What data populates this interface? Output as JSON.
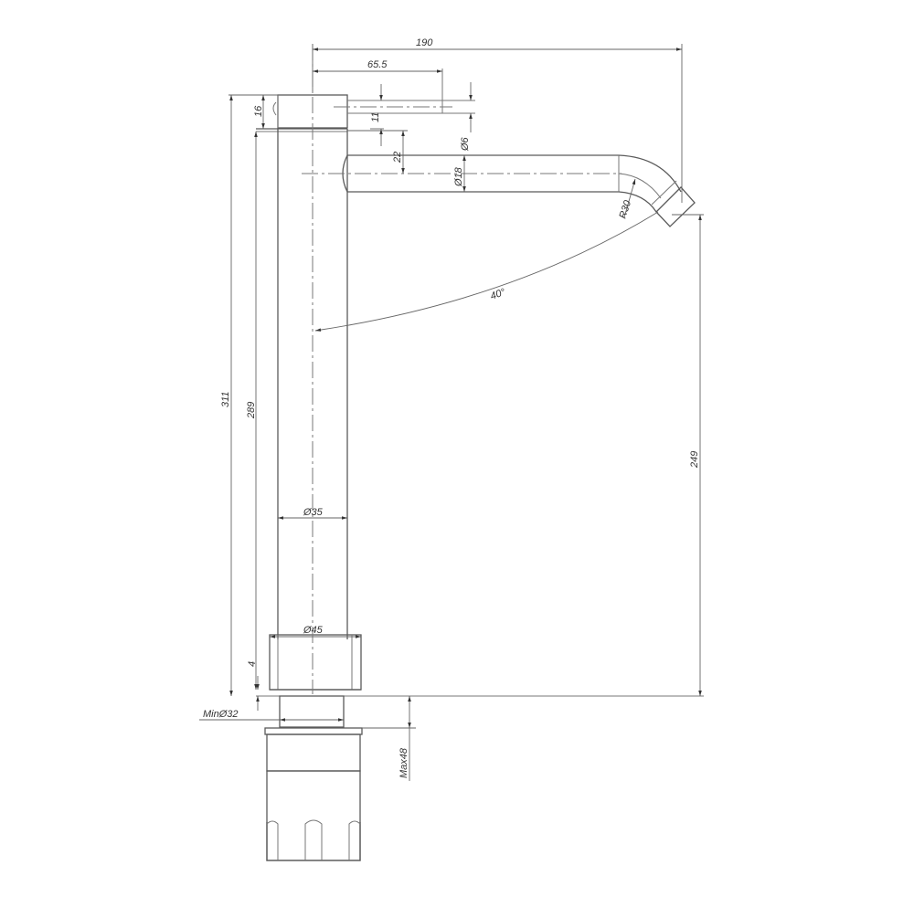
{
  "drawing": {
    "title": "Tall basin mixer – side elevation technical drawing",
    "line_color": "#5a5a5a",
    "background": "#ffffff",
    "dimensions": {
      "total_reach": "190",
      "handle_reach": "65.5",
      "handle_offset": "11",
      "handle_diameter": "Ø6",
      "spout_offset": "22",
      "spout_diameter": "Ø18",
      "bend_radius": "R30",
      "swivel_angle": "40°",
      "total_height": "311",
      "body_height": "289",
      "cap_height": "16",
      "body_diameter": "Ø35",
      "base_diameter": "Ø45",
      "base_height": "4",
      "spout_clearance": "249",
      "min_hole_diameter": "MinØ32",
      "max_deck_thickness": "Max48"
    }
  }
}
